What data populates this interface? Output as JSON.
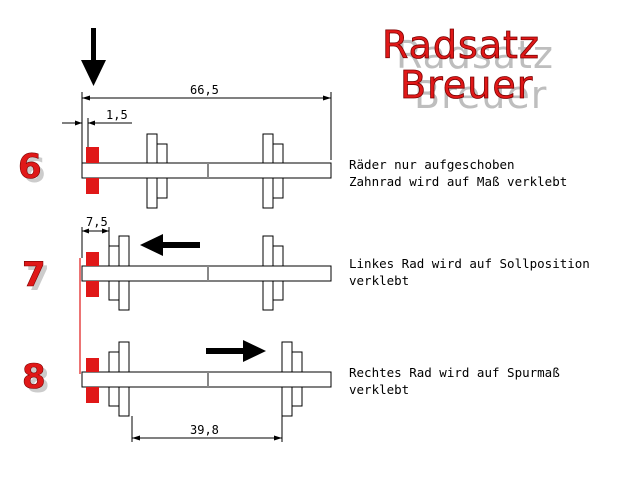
{
  "title": {
    "line1": "Radsatz",
    "line2": "Breuer"
  },
  "dimensions": {
    "overall": "66,5",
    "offset": "1,5",
    "inset": "7,5",
    "track": "39,8"
  },
  "steps": [
    {
      "number": "6",
      "note_line1": "Räder nur aufgeschoben",
      "note_line2": "Zahnrad wird auf Maß verklebt"
    },
    {
      "number": "7",
      "note_line1": "Linkes Rad wird auf Sollposition",
      "note_line2": "verklebt"
    },
    {
      "number": "8",
      "note_line1": "Rechtes Rad wird auf Spurmaß",
      "note_line2": "verklebt"
    }
  ],
  "colors": {
    "accent": "#e01818",
    "ink": "#000000",
    "background": "#ffffff"
  },
  "icons": [
    "arrow-down-icon",
    "arrow-left-icon",
    "arrow-right-icon"
  ]
}
